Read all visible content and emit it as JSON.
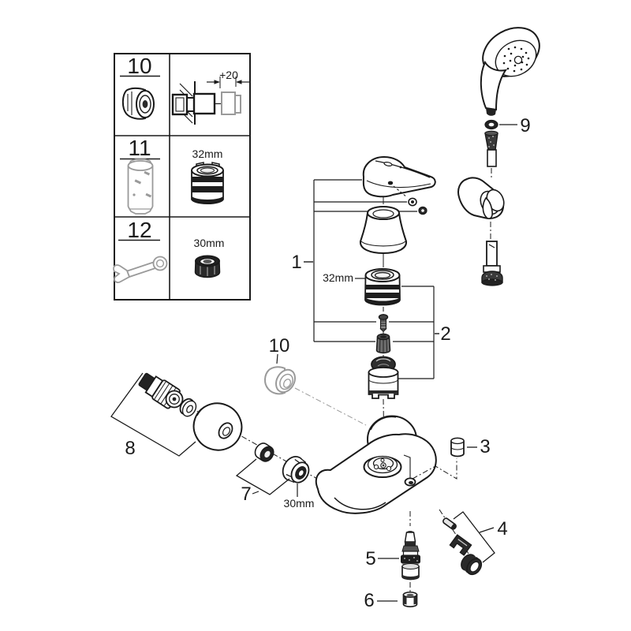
{
  "colors": {
    "line": "#1a1a1a",
    "muted": "#9a9a9a",
    "background": "#ffffff"
  },
  "legend_table": {
    "rows": [
      {
        "ref": "10",
        "dimension": "+20"
      },
      {
        "ref": "11",
        "dimension": "32mm"
      },
      {
        "ref": "12",
        "dimension": "30mm"
      }
    ]
  },
  "callouts": {
    "c1": "1",
    "c2": "2",
    "c3": "3",
    "c4": "4",
    "c5": "5",
    "c6": "6",
    "c7": "7",
    "c8": "8",
    "c9": "9",
    "c10": "10"
  },
  "annotations": {
    "cap_ring_size": "32mm",
    "union_nut_size": "30mm"
  }
}
